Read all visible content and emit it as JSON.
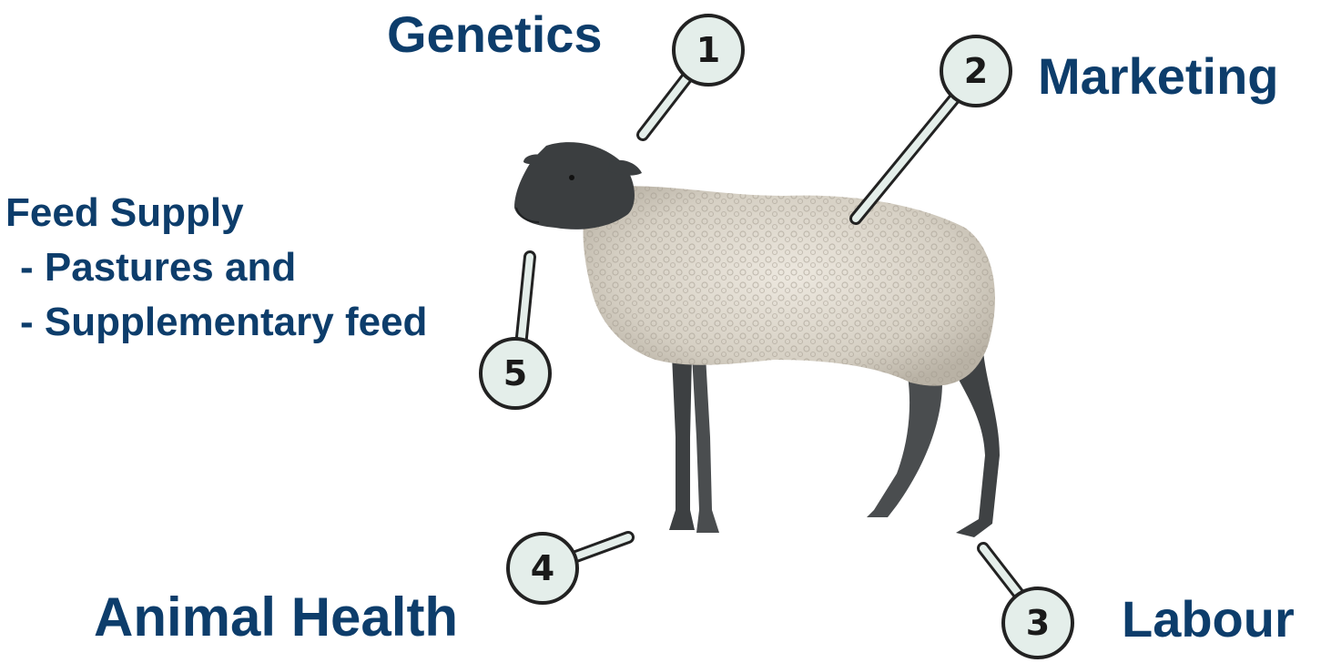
{
  "labels": {
    "genetics": "Genetics",
    "marketing": "Marketing",
    "labour": "Labour",
    "animal_health": "Animal Health",
    "feed_supply": {
      "title": "Feed Supply",
      "item1": "- Pastures and",
      "item2": "- Supplementary feed"
    }
  },
  "markers": {
    "m1": "1",
    "m2": "2",
    "m3": "3",
    "m4": "4",
    "m5": "5"
  },
  "colors": {
    "label_text": "#0d3d6b",
    "marker_fill": "#e4eeea",
    "marker_stroke": "#222222"
  }
}
